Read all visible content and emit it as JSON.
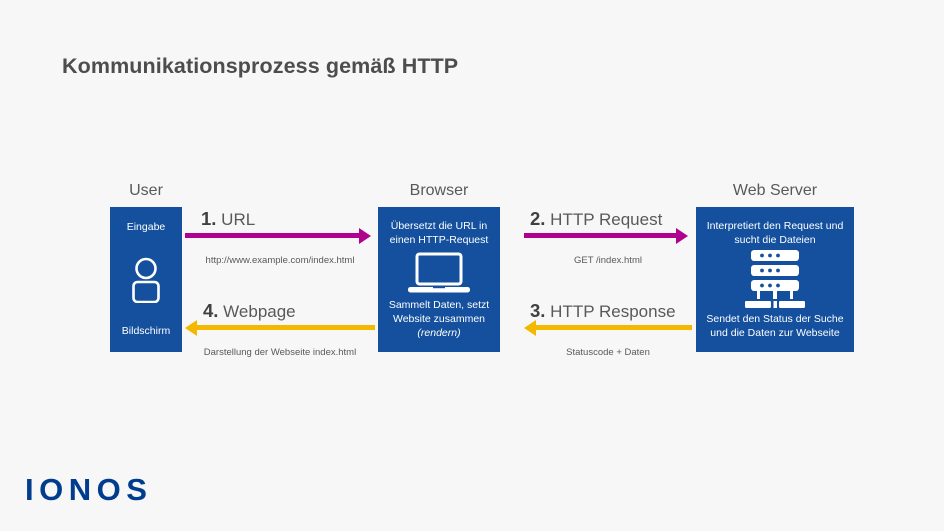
{
  "page": {
    "title": "Kommunikationsprozess gemäß HTTP",
    "background_color": "#f7f7f7",
    "logo": "IONOS"
  },
  "colors": {
    "node_blue": "#14509d",
    "arrow_magenta": "#b0008e",
    "arrow_yellow": "#f5b800",
    "text_gray": "#58595b",
    "logo_blue": "#003d8f"
  },
  "nodes": [
    {
      "id": "user",
      "header": "User",
      "top_text": "Eingabe",
      "bottom_text": "Bildschirm",
      "icon": "person-icon"
    },
    {
      "id": "browser",
      "header": "Browser",
      "top_text": "Übersetzt die URL in einen HTTP-Request",
      "bottom_text_line1": "Sammelt Daten, setzt",
      "bottom_text_line2": "Website zusammen",
      "bottom_text_italic": "(rendern)",
      "icon": "laptop-icon"
    },
    {
      "id": "server",
      "header": "Web Server",
      "top_text": "Interpretiert den Request und sucht die Dateien",
      "bottom_text": "Sendet den Status der Suche und die Daten zur Webseite",
      "icon": "server-rack-icon"
    }
  ],
  "flows": [
    {
      "id": "flow1",
      "number": "1.",
      "label": "URL",
      "sublabel": "http://www.example.com/index.html",
      "direction": "right",
      "color": "#b0008e",
      "from": "user",
      "to": "browser"
    },
    {
      "id": "flow2",
      "number": "2.",
      "label": "HTTP Request",
      "sublabel": "GET /index.html",
      "direction": "right",
      "color": "#b0008e",
      "from": "browser",
      "to": "server"
    },
    {
      "id": "flow3",
      "number": "3.",
      "label": "HTTP Response",
      "sublabel": "Statuscode + Daten",
      "direction": "left",
      "color": "#f5b800",
      "from": "server",
      "to": "browser"
    },
    {
      "id": "flow4",
      "number": "4.",
      "label": "Webpage",
      "sublabel": "Darstellung der Webseite index.html",
      "direction": "left",
      "color": "#f5b800",
      "from": "browser",
      "to": "user"
    }
  ]
}
